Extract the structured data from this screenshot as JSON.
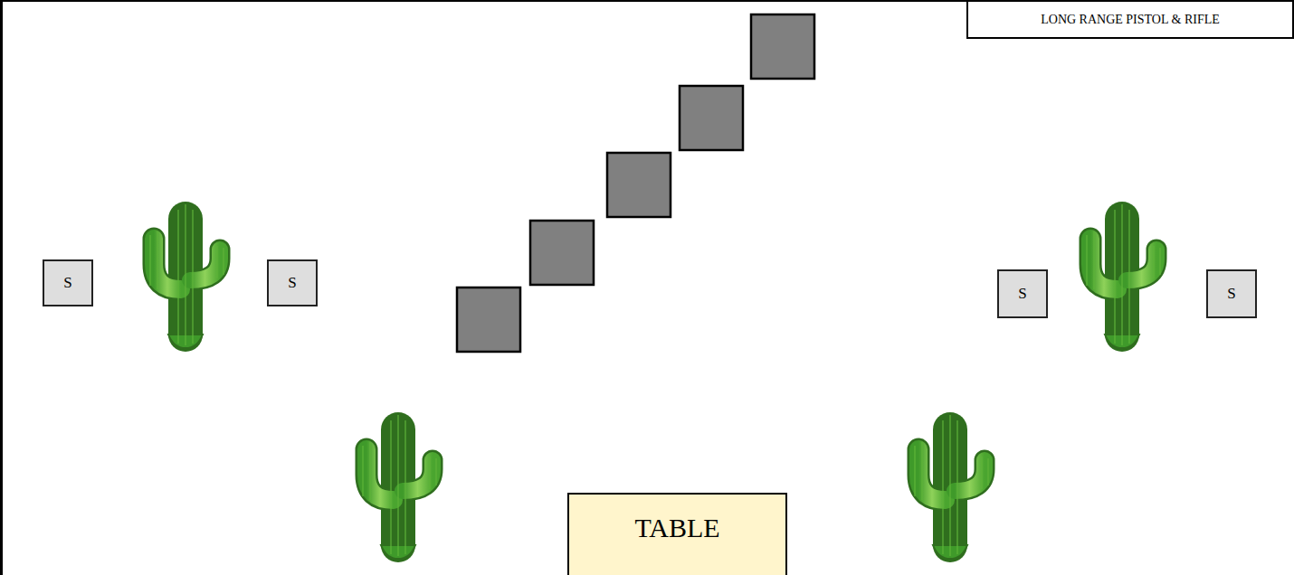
{
  "diagram": {
    "nodes": [
      {
        "text": [
          "LONG RANGE PISTOL & RIFLE"
        ]
      },
      {
        "text": [
          "S"
        ]
      },
      {
        "text": [
          "S"
        ]
      },
      {
        "text": [
          "S"
        ]
      },
      {
        "text": [
          "S"
        ]
      },
      {
        "text": [
          "TABLE"
        ]
      }
    ]
  }
}
